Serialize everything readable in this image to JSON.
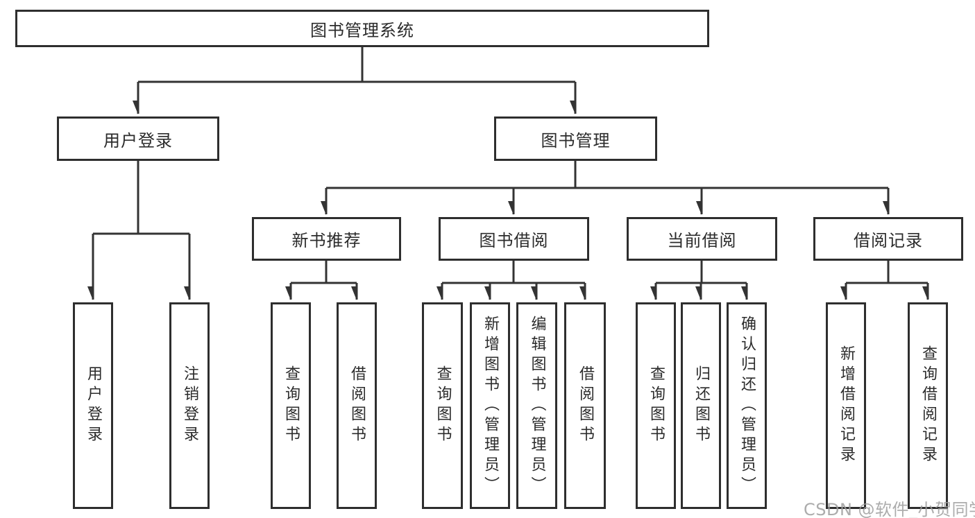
{
  "diagram": {
    "type": "hierarchy-tree",
    "root": {
      "label": "图书管理系统"
    },
    "branches": {
      "user_login": {
        "label": "用户登录",
        "children": [
          "用户登录",
          "注销登录"
        ]
      },
      "book_management": {
        "label": "图书管理",
        "children": {
          "new_book_recommend": {
            "label": "新书推荐",
            "children": [
              "查询图书",
              "借阅图书"
            ]
          },
          "book_borrow": {
            "label": "图书借阅",
            "children": [
              "查询图书",
              "新增图书（管理员）",
              "编辑图书（管理员）",
              "借阅图书"
            ]
          },
          "current_borrow": {
            "label": "当前借阅",
            "children": [
              "查询图书",
              "归还图书",
              "确认归还（管理员）"
            ]
          },
          "borrow_record": {
            "label": "借阅记录",
            "children": [
              "新增借阅记录",
              "查询借阅记录"
            ]
          }
        }
      }
    },
    "watermark": "CSDN @软件_小贺同学",
    "colors": {
      "line": "#333333",
      "box_border": "#2e2e2e",
      "box_fill": "#ffffff",
      "text": "#2b2b2b",
      "watermark": "#9e9e9e"
    }
  }
}
